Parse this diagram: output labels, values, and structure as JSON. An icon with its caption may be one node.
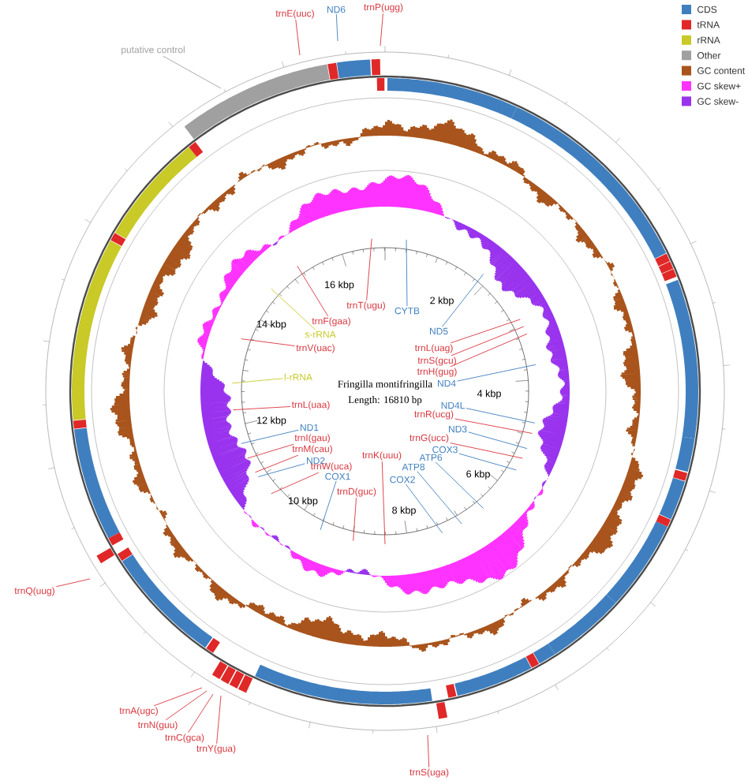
{
  "diagram": {
    "nodes": [
      {
        "text": [
          "trnE(uuc)"
        ]
      },
      {
        "text": [
          "ND6"
        ]
      },
      {
        "text": [
          "trnP(ugg)"
        ]
      },
      {
        "text": [
          "putative control"
        ]
      },
      {
        "text": [
          "trnT(ugu)"
        ]
      },
      {
        "text": [
          "CYTB"
        ]
      },
      {
        "text": [
          "ND5"
        ]
      },
      {
        "text": [
          "trnF(gaa)"
        ]
      },
      {
        "text": [
          "s-rRNA"
        ]
      },
      {
        "text": [
          "trnV(uac)"
        ]
      },
      {
        "text": [
          "trnL(uag)"
        ]
      },
      {
        "text": [
          "trnS(gcu)"
        ]
      },
      {
        "text": [
          "trnH(gug)"
        ]
      },
      {
        "text": [
          "l-rRNA"
        ]
      },
      {
        "text": [
          "ND4"
        ]
      },
      {
        "text": [
          "trnL(uaa)"
        ]
      },
      {
        "text": [
          "ND4L"
        ]
      },
      {
        "text": [
          "trnR(ucg)"
        ]
      },
      {
        "text": [
          "ND1"
        ]
      },
      {
        "text": [
          "ND3"
        ]
      },
      {
        "text": [
          "trnI(gau)"
        ]
      },
      {
        "text": [
          "trnG(ucc)"
        ]
      },
      {
        "text": [
          "trnM(cau)"
        ]
      },
      {
        "text": [
          "COX3"
        ]
      },
      {
        "text": [
          "ND2"
        ]
      },
      {
        "text": [
          "trnK(uuu)"
        ]
      },
      {
        "text": [
          "ATP6"
        ]
      },
      {
        "text": [
          "trnW(uca)"
        ]
      },
      {
        "text": [
          "ATP8"
        ]
      },
      {
        "text": [
          "COX1"
        ]
      },
      {
        "text": [
          "COX2"
        ]
      },
      {
        "text": [
          "trnD(guc)"
        ]
      },
      {
        "text": [
          "trnQ(uug)"
        ]
      },
      {
        "text": [
          "trnA(ugc)"
        ]
      },
      {
        "text": [
          "trnN(guu)"
        ]
      },
      {
        "text": [
          "trnC(gca)"
        ]
      },
      {
        "text": [
          "trnY(gua)"
        ]
      },
      {
        "text": [
          "trnS(uga)"
        ]
      }
    ],
    "edges": [
      {
        "from": 0,
        "to": null,
        "arrow": "none"
      },
      {
        "from": 1,
        "to": null,
        "arrow": "none",
        "color": "#3f7fbf"
      },
      {
        "from": 2,
        "to": null,
        "arrow": "none"
      },
      {
        "from": 3,
        "to": null,
        "arrow": "none",
        "color": "#a0a0a0"
      },
      {
        "from": 4,
        "to": null,
        "arrow": "none"
      },
      {
        "from": 5,
        "to": null,
        "arrow": "none",
        "color": "#3f7fbf"
      },
      {
        "from": 6,
        "to": null,
        "arrow": "none",
        "color": "#3f7fbf"
      },
      {
        "from": 7,
        "to": null,
        "arrow": "none"
      },
      {
        "from": 8,
        "to": null,
        "arrow": "none",
        "color": "#c9c928"
      },
      {
        "from": 9,
        "to": null,
        "arrow": "none"
      },
      {
        "from": 10,
        "to": null,
        "arrow": "none"
      },
      {
        "from": 11,
        "to": null,
        "arrow": "none"
      },
      {
        "from": 12,
        "to": null,
        "arrow": "none"
      },
      {
        "from": 13,
        "to": null,
        "arrow": "none",
        "color": "#c9c928"
      },
      {
        "from": 14,
        "to": null,
        "arrow": "none",
        "color": "#3f7fbf"
      },
      {
        "from": 15,
        "to": null,
        "arrow": "none"
      },
      {
        "from": 16,
        "to": null,
        "arrow": "none",
        "color": "#3f7fbf"
      },
      {
        "from": 17,
        "to": null,
        "arrow": "none"
      },
      {
        "from": 18,
        "to": null,
        "arrow": "none",
        "color": "#3f7fbf"
      },
      {
        "from": 19,
        "to": null,
        "arrow": "none",
        "color": "#3f7fbf"
      },
      {
        "from": 20,
        "to": null,
        "arrow": "none"
      },
      {
        "from": 21,
        "to": null,
        "arrow": "none"
      },
      {
        "from": 22,
        "to": null,
        "arrow": "none"
      },
      {
        "from": 23,
        "to": null,
        "arrow": "none",
        "color": "#3f7fbf"
      },
      {
        "from": 24,
        "to": null,
        "arrow": "none",
        "color": "#3f7fbf"
      },
      {
        "from": 25,
        "to": null,
        "arrow": "none"
      },
      {
        "from": 26,
        "to": null,
        "arrow": "none",
        "color": "#3f7fbf"
      },
      {
        "from": 27,
        "to": null,
        "arrow": "none"
      },
      {
        "from": 28,
        "to": null,
        "arrow": "none",
        "color": "#3f7fbf"
      },
      {
        "from": 29,
        "to": null,
        "arrow": "none",
        "color": "#3f7fbf"
      },
      {
        "from": 30,
        "to": null,
        "arrow": "none",
        "color": "#3f7fbf"
      },
      {
        "from": 31,
        "to": null,
        "arrow": "none"
      },
      {
        "from": 32,
        "to": null,
        "arrow": "none"
      },
      {
        "from": 33,
        "to": null,
        "arrow": "none"
      },
      {
        "from": 34,
        "to": null,
        "arrow": "none"
      },
      {
        "from": 35,
        "to": null,
        "arrow": "none"
      },
      {
        "from": 36,
        "to": null,
        "arrow": "none"
      },
      {
        "from": 37,
        "to": null,
        "arrow": "none"
      }
    ],
    "labels": [
      "16 kbp",
      "2 kbp",
      "14 kbp",
      "4 kbp",
      "Fringilla montifringilla",
      "Length: 16810 bp",
      "12 kbp",
      "6 kbp",
      "10 kbp",
      "8 kbp"
    ],
    "legend": [
      {
        "text": "CDS",
        "color": "#3f7fbf"
      },
      {
        "text": "tRNA",
        "color": "#e02828"
      },
      {
        "text": "rRNA",
        "color": "#c9c928"
      },
      {
        "text": "Other",
        "color": "#a0a0a0"
      },
      {
        "text": "GC content",
        "color": "#a8541c"
      },
      {
        "text": "GC skew+",
        "color": "#ff33ff"
      },
      {
        "text": "GC skew-",
        "color": "#9933ee"
      }
    ]
  }
}
